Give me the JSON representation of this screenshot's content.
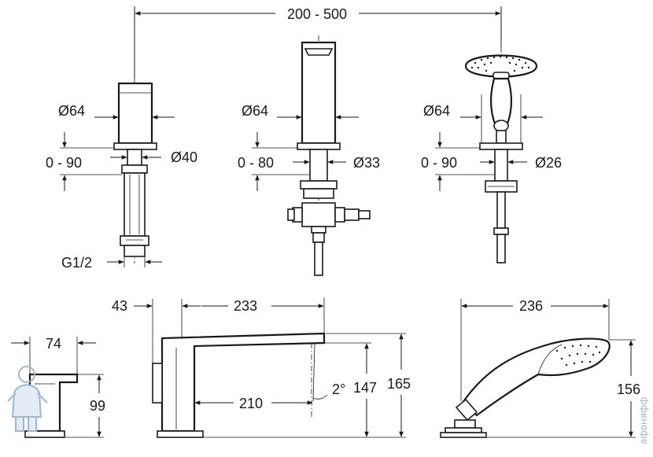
{
  "dimensions": {
    "spacing": "200 - 500",
    "mixer_diameter": "Ø64",
    "mixer_height": "0 - 90",
    "mixer_shank": "Ø40",
    "mixer_thread": "G1/2",
    "spout_diameter": "Ø64",
    "spout_height": "0 - 80",
    "spout_shank": "Ø33",
    "shower_diameter": "Ø64",
    "shower_height": "0 - 90",
    "shower_shank": "Ø26",
    "handle_depth": "74",
    "handle_height": "99",
    "spout_offset": "43",
    "spout_reach_total": "233",
    "spout_reach": "210",
    "spout_angle": "2°",
    "spout_outlet_height": "147",
    "spout_total_height": "165",
    "shower_length": "236",
    "shower_height_side": "156"
  },
  "watermark": "афоняфф",
  "colors": {
    "line": "#1a1a1a",
    "background": "#ffffff",
    "watermark": "#9bb8d6"
  }
}
